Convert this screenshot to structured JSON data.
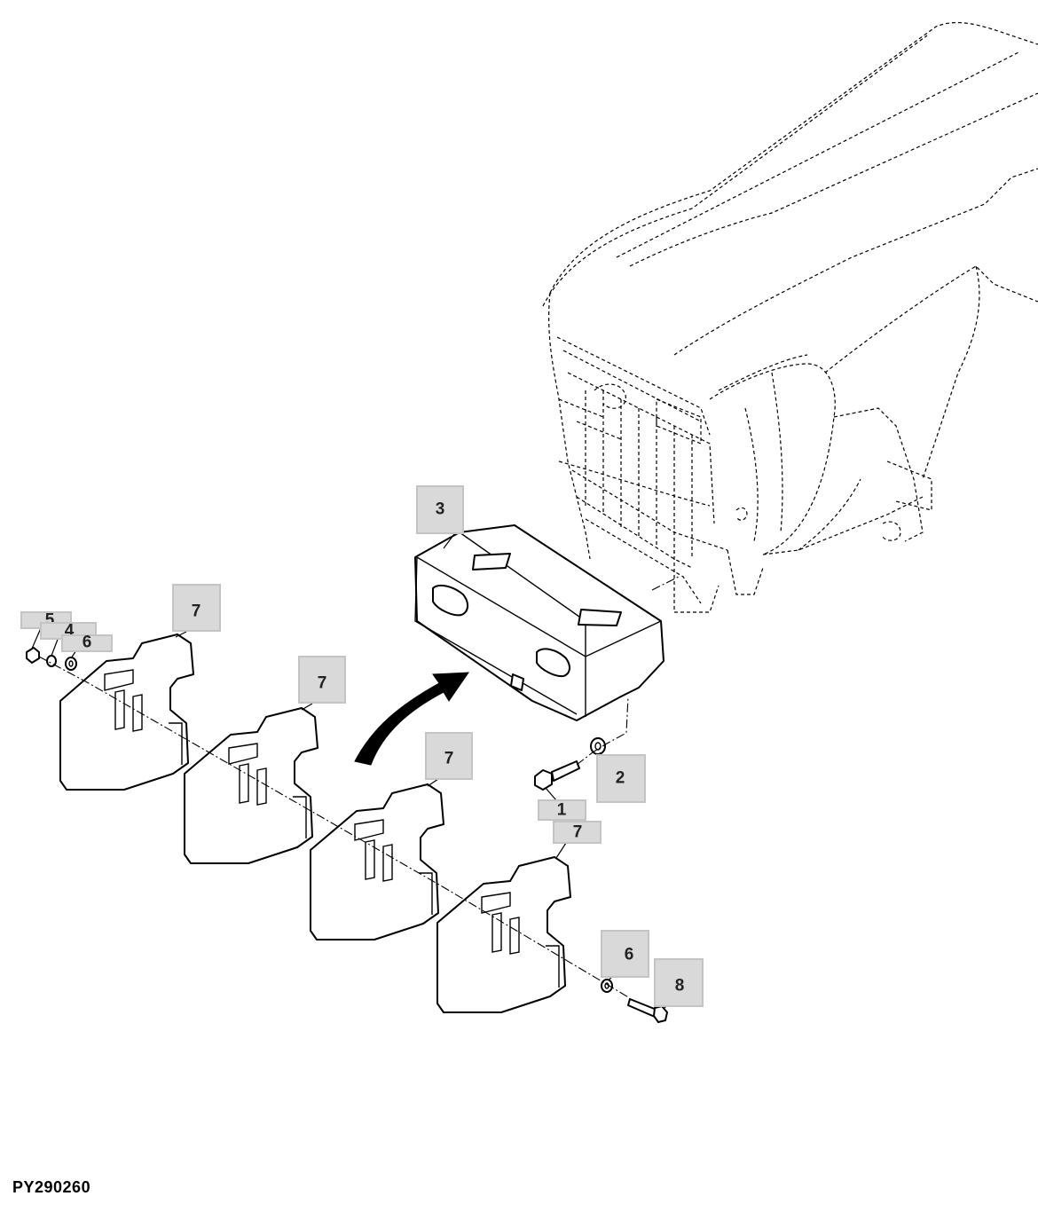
{
  "figure_id": "PY290260",
  "callouts": [
    {
      "label": "5"
    },
    {
      "label": "4"
    },
    {
      "label": "6"
    },
    {
      "label": "7"
    },
    {
      "label": "7"
    },
    {
      "label": "7"
    },
    {
      "label": "3"
    },
    {
      "label": "7"
    },
    {
      "label": "2"
    },
    {
      "label": "1"
    },
    {
      "label": "7"
    },
    {
      "label": "6"
    },
    {
      "label": "8"
    }
  ],
  "colors": {
    "callout_fill": "#d9d9d9",
    "line": "#000000",
    "background": "#ffffff"
  }
}
